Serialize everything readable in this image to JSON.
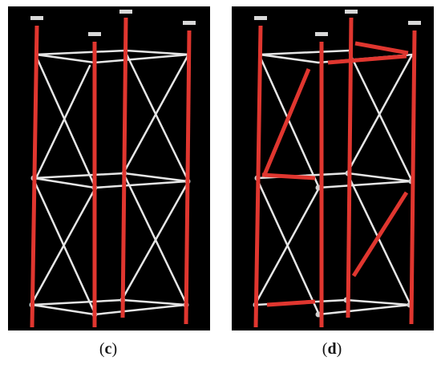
{
  "figure": {
    "panels": [
      {
        "id": "c",
        "label_open": "(",
        "label_letter": "c",
        "label_close": ")",
        "highlighted_members": [
          "vertical-leg-front-left",
          "vertical-leg-front-right",
          "vertical-leg-back-left",
          "vertical-leg-back-right"
        ]
      },
      {
        "id": "d",
        "label_open": "(",
        "label_letter": "d",
        "label_close": ")",
        "highlighted_members": [
          "vertical-leg-front-left",
          "vertical-leg-front-right",
          "vertical-leg-back-left",
          "vertical-leg-back-right",
          "top-ledger-back",
          "top-ledger-right",
          "brace-upper-left",
          "middle-ledger-left",
          "brace-lower-right",
          "bottom-ledger-left"
        ]
      }
    ]
  },
  "colors": {
    "background": "#000000",
    "highlight": "#e0362f",
    "member": "#e6e6e6",
    "caption": "#111111"
  }
}
